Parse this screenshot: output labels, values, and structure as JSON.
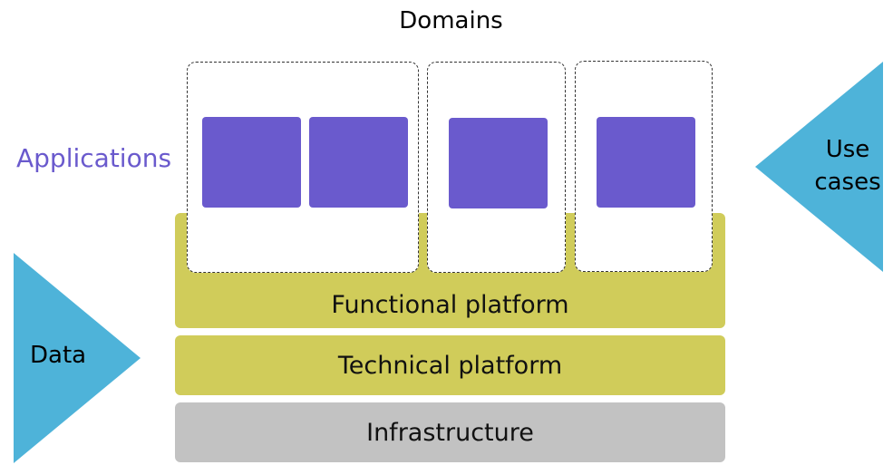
{
  "title": "Domains",
  "applications_label": "Applications",
  "layers": {
    "functional": "Functional platform",
    "technical": "Technical platform",
    "infrastructure": "Infrastructure"
  },
  "use_cases": {
    "line1": "Use",
    "line2": "cases"
  },
  "data_label": "Data",
  "colors": {
    "application": "#6a5acd",
    "platform": "#d0cc5a",
    "infrastructure": "#c2c2c2",
    "triangle": "#4eb3d9",
    "applications_text": "#6a5acd"
  }
}
